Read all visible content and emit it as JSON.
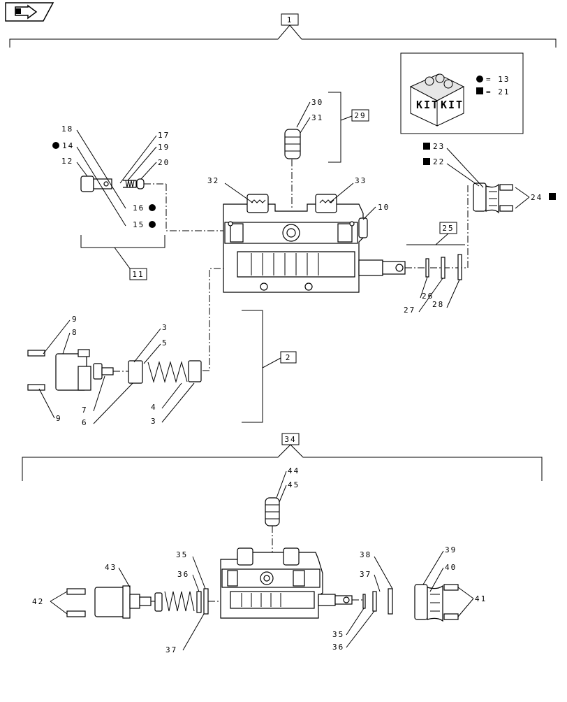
{
  "assemblies": {
    "top": "1",
    "relief_group": "11",
    "spring_group": "2",
    "seal_group": "29",
    "washer_group": "25",
    "bottom": "34"
  },
  "kit_legend": {
    "kit_text_left": "KIT",
    "kit_text_right": "KIT",
    "circle_label": "= 13",
    "square_label": "= 21"
  },
  "callouts_top": [
    "30",
    "31",
    "18",
    "14",
    "12",
    "17",
    "19",
    "20",
    "16",
    "15",
    "32",
    "33",
    "10",
    "23",
    "22",
    "24",
    "26",
    "27",
    "28",
    "9",
    "8",
    "3",
    "5",
    "7",
    "6",
    "4",
    "3",
    "9"
  ],
  "callouts_bottom": [
    "44",
    "45",
    "43",
    "42",
    "35",
    "36",
    "37",
    "38",
    "37",
    "39",
    "40",
    "41",
    "35",
    "36"
  ]
}
